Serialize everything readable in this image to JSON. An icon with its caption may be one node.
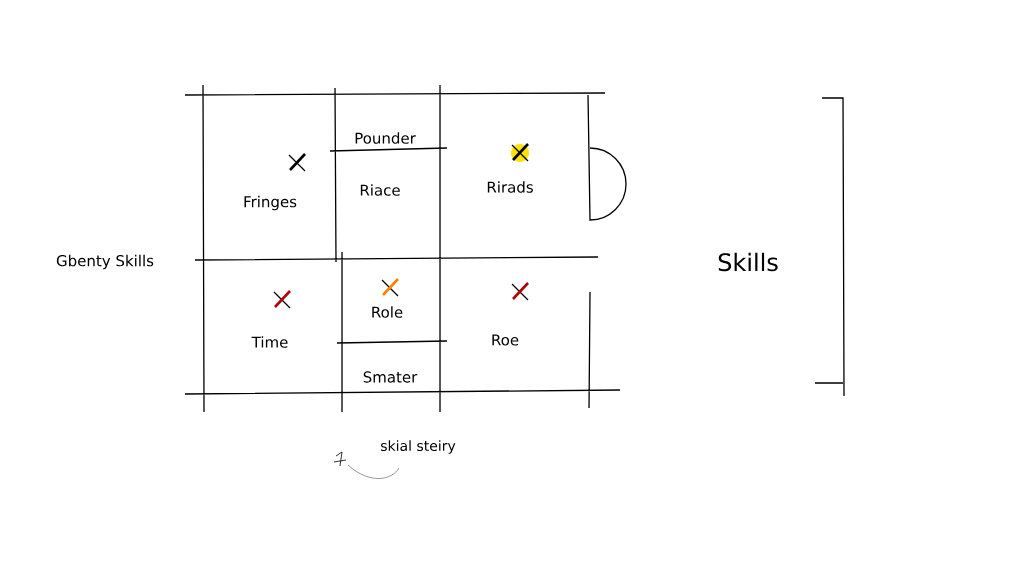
{
  "diagram": {
    "nodes": [
      {
        "text": [
          "Fringes"
        ]
      },
      {
        "text": [
          "Pounder"
        ]
      },
      {
        "text": [
          "Riace"
        ]
      },
      {
        "text": [
          "Rirads"
        ]
      },
      {
        "text": [
          "Time"
        ]
      },
      {
        "text": [
          "Role"
        ]
      },
      {
        "text": [
          "Smater"
        ]
      },
      {
        "text": [
          "Roe"
        ]
      }
    ],
    "edges": [],
    "labels": [
      "Gbenty Skills",
      "Skills",
      "skial steiry"
    ]
  }
}
